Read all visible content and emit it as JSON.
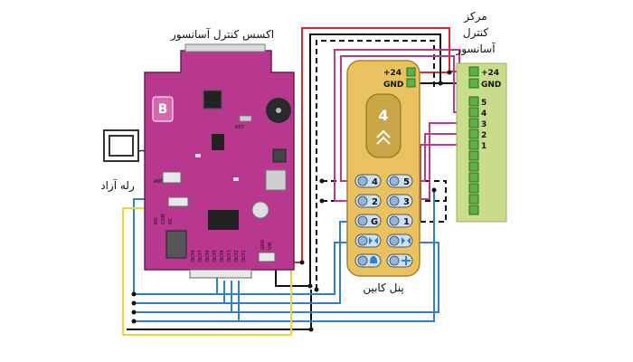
{
  "labels": {
    "access_board": "اکسس کنترل آسانسور",
    "controller_line1": "مرکز",
    "controller_line2": "کنترل",
    "controller_line3": "آسانسور",
    "relay": "رله آزاد",
    "cabin_panel": "پنل کابین"
  },
  "controller_terminals": {
    "power": [
      "+24",
      "GND"
    ],
    "floors": [
      "5",
      "4",
      "3",
      "2",
      "1"
    ]
  },
  "cabin_panel": {
    "power": [
      "+24",
      "GND"
    ],
    "display_value": "4",
    "buttons": [
      "4",
      "5",
      "2",
      "3",
      "G",
      "1"
    ]
  },
  "board": {
    "logo": "B",
    "relay_pins": [
      "NO",
      "COM",
      "NC"
    ],
    "ant_label": "ANT",
    "power_pins": [
      "GND",
      "VIN"
    ],
    "out_pins": [
      "OUT8",
      "OUT7",
      "OUT6",
      "OUT5",
      "OUT4",
      "OUT3",
      "OUT2",
      "OUT1"
    ],
    "reset_label": "RST"
  },
  "colors": {
    "board": "#b8388f",
    "controller": "#c9dc8a",
    "cabin": "#e9c15e",
    "wire_red": "#e0262b",
    "wire_black": "#111111",
    "wire_blue": "#2f7fd0",
    "wire_yellow": "#f0d23a",
    "wire_purple": "#b8388f"
  }
}
